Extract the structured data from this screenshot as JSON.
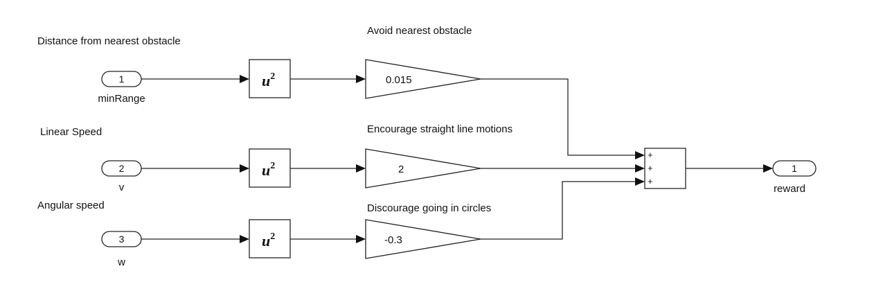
{
  "inputs": [
    {
      "number": "1",
      "name": "minRange",
      "description": "Distance from nearest obstacle"
    },
    {
      "number": "2",
      "name": "v",
      "description": "Linear Speed"
    },
    {
      "number": "3",
      "name": "w",
      "description": "Angular speed"
    }
  ],
  "square_block": {
    "variable": "u",
    "exponent": "2"
  },
  "gains": [
    {
      "value": "0.015",
      "description": "Avoid nearest obstacle"
    },
    {
      "value": "2",
      "description": "Encourage straight line motions"
    },
    {
      "value": "-0.3",
      "description": "Discourage going in circles"
    }
  ],
  "sum_block": {
    "signs": [
      "+",
      "+",
      "+"
    ]
  },
  "output": {
    "number": "1",
    "name": "reward"
  }
}
